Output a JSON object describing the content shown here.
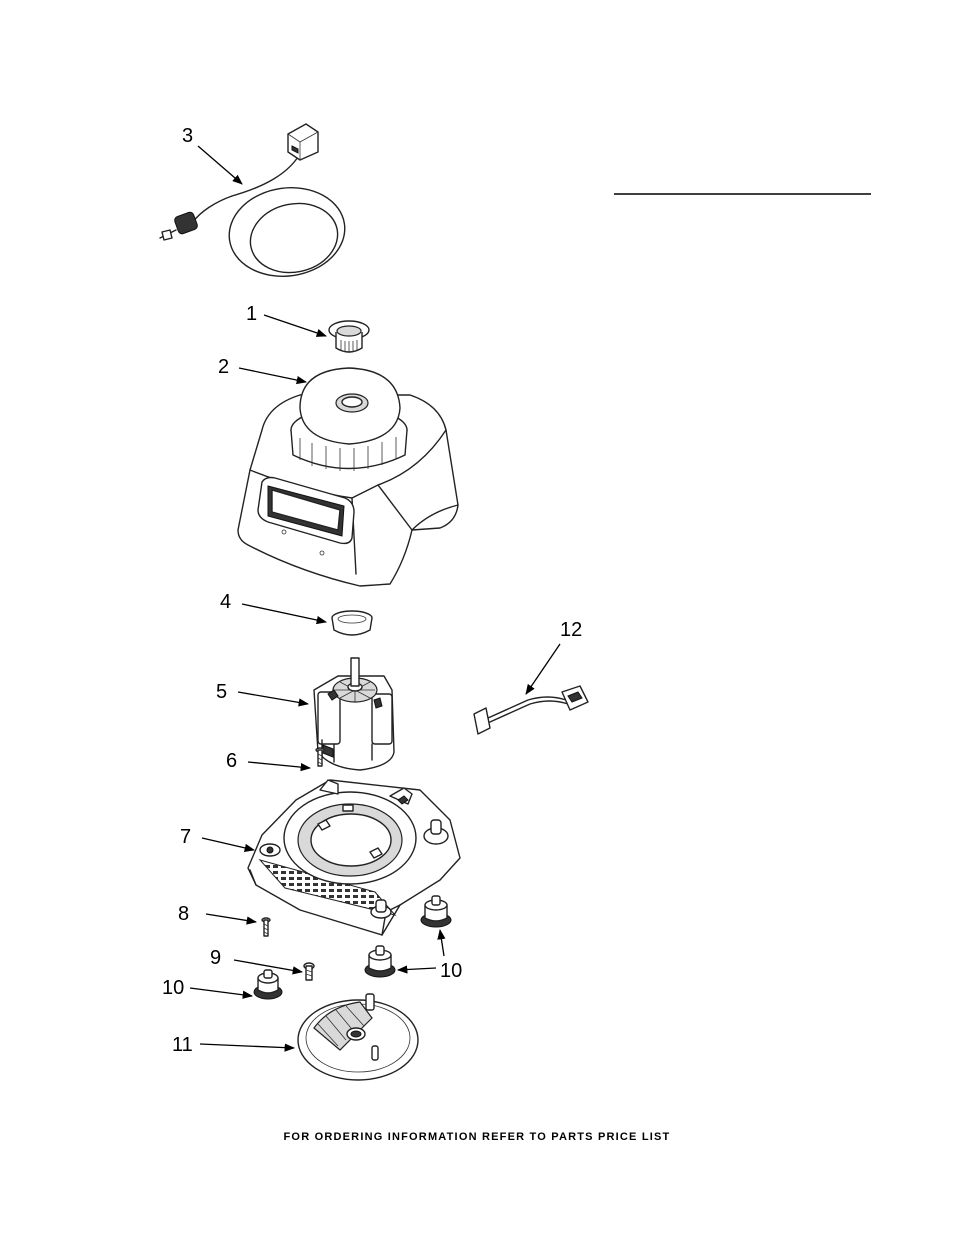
{
  "callouts": {
    "c1": "1",
    "c2": "2",
    "c3": "3",
    "c4": "4",
    "c5": "5",
    "c6": "6",
    "c7": "7",
    "c8": "8",
    "c9": "9",
    "c10a": "10",
    "c10b": "10",
    "c11": "11",
    "c12": "12"
  },
  "footer": "FOR ORDERING INFORMATION REFER TO PARTS PRICE LIST"
}
